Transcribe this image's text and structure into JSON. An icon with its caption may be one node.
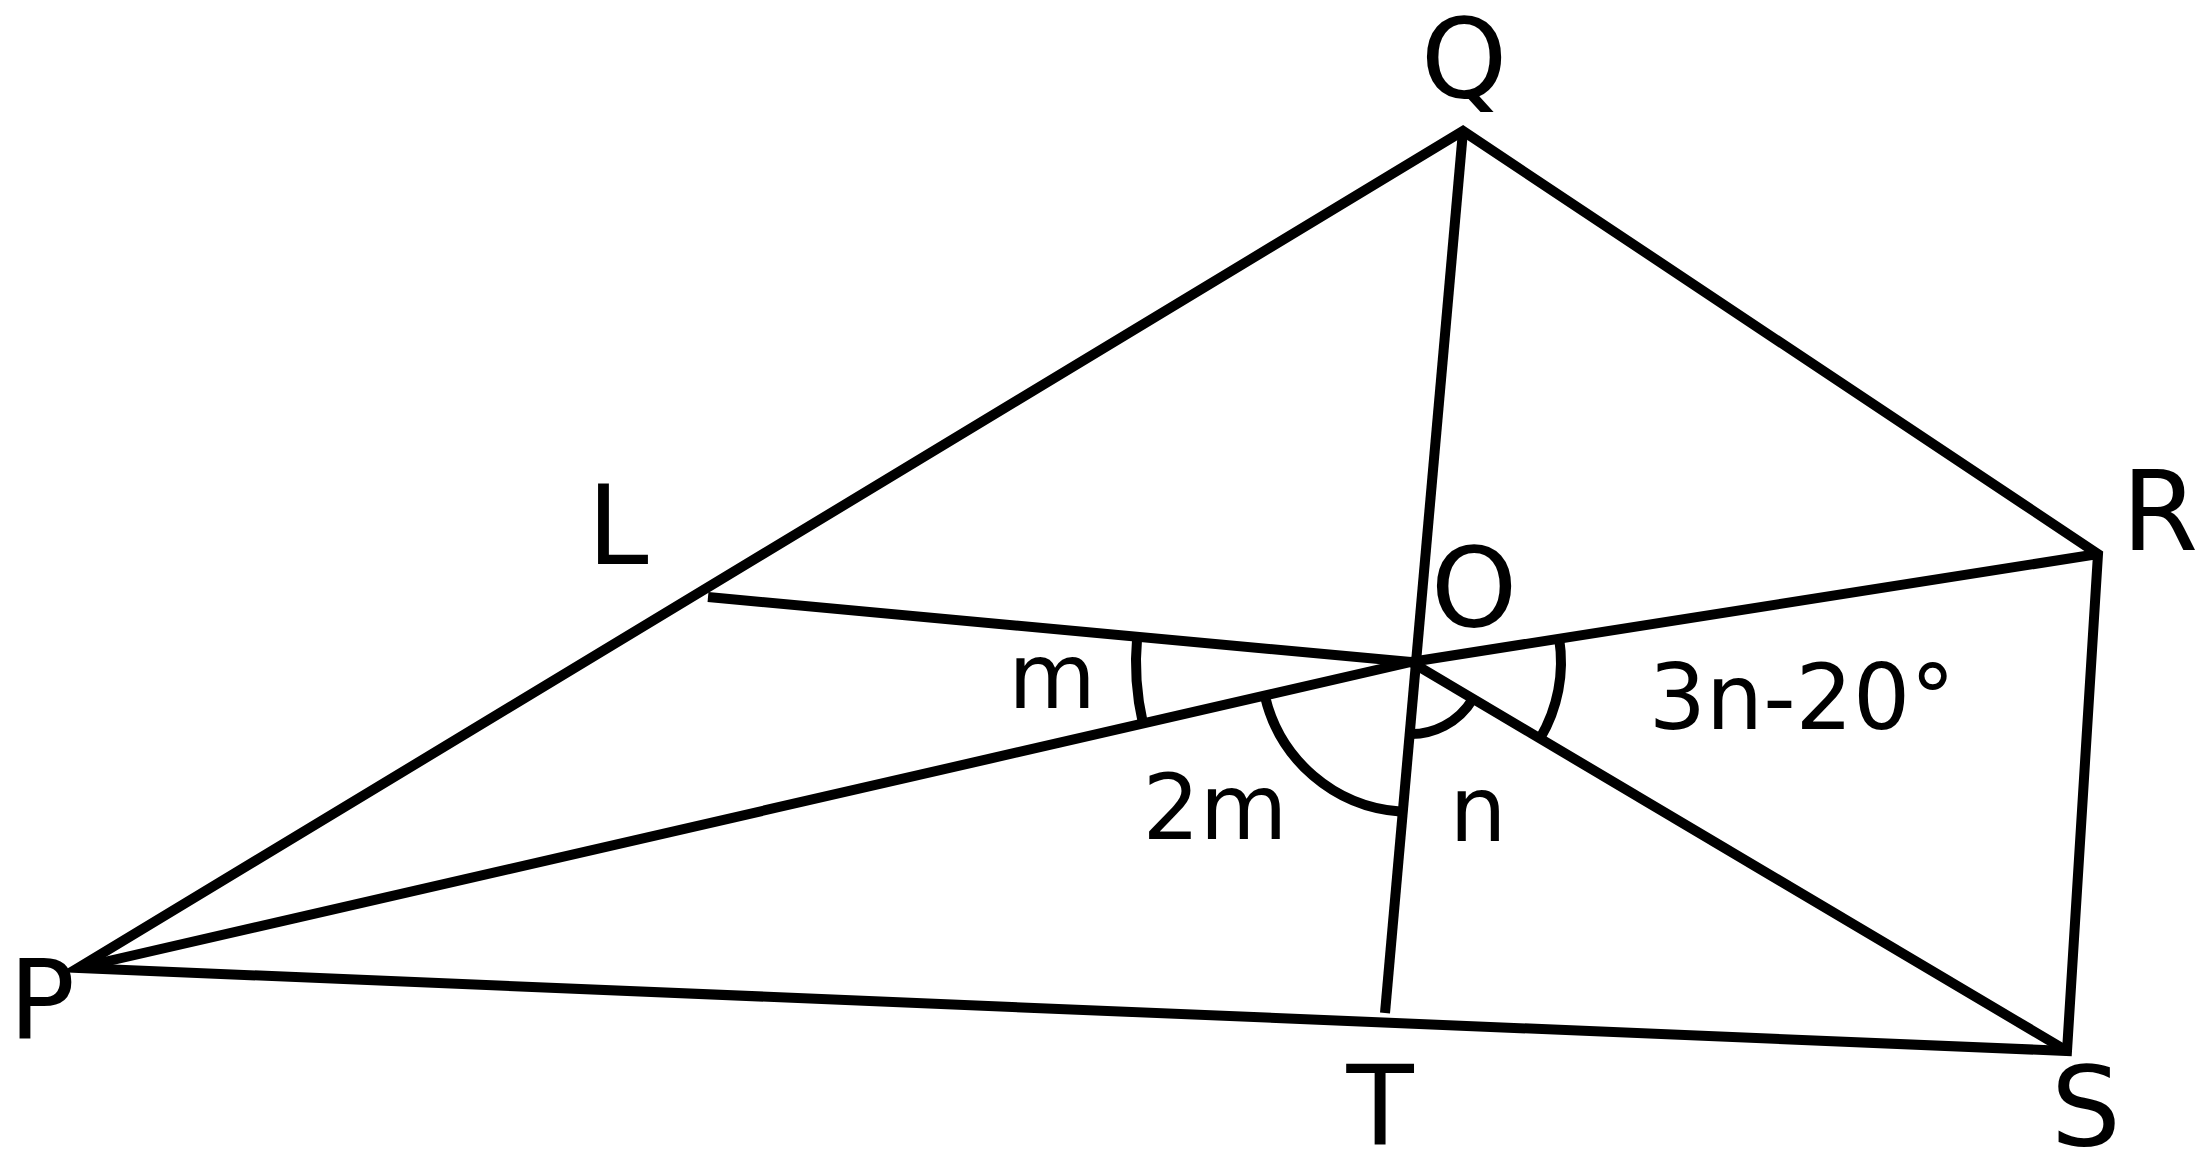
{
  "diagram": {
    "labels": [
      "Q",
      "R",
      "L",
      "O",
      "m",
      "3n-20°",
      "2m",
      "n",
      "P",
      "T",
      "S"
    ]
  }
}
